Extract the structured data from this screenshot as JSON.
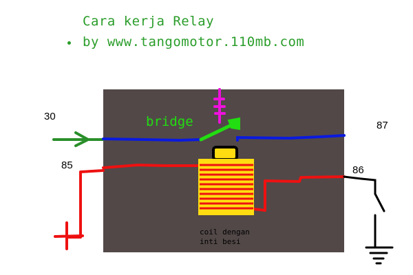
{
  "header": {
    "title": "Cara kerja Relay",
    "subtitle": "by www.tangomotor.110mb.com"
  },
  "pins": {
    "p30": "30",
    "p87": "87",
    "p85": "85",
    "p86": "86"
  },
  "labels": {
    "bridge": "bridge",
    "coil_line1": "coil dengan",
    "coil_line2": "inti besi"
  },
  "colors": {
    "heading_green": "#2a9d2a",
    "housing": "#524848",
    "wire_blue": "#0a1adf",
    "wire_red": "#ee1111",
    "wire_green": "#2a8f2a",
    "contact_green": "#22dd11",
    "spring_magenta": "#ee11dd",
    "coil_yellow": "#ffdd11",
    "ground_black": "#000000"
  },
  "icons": {
    "positive": "plus-sign",
    "ground": "ground-symbol",
    "input": "arrow-right"
  }
}
